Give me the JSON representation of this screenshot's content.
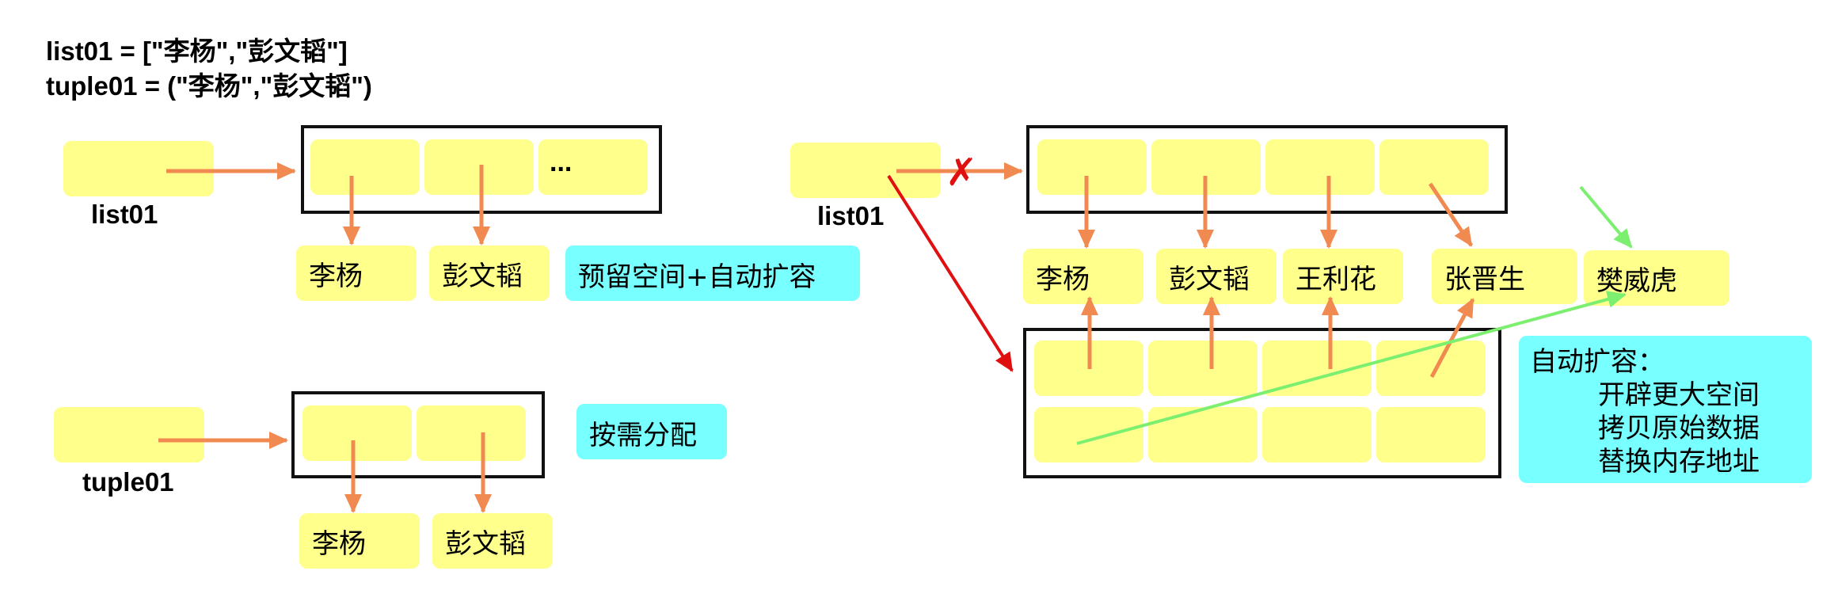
{
  "code": {
    "line1": "list01 = [\"李杨\",\"彭文韬\"]",
    "line2": "tuple01 = (\"李杨\",\"彭文韬\")"
  },
  "left_list": {
    "var_label": "list01",
    "ellipsis": "...",
    "items": [
      "李杨",
      "彭文韬"
    ],
    "note": "预留空间+自动扩容"
  },
  "left_tuple": {
    "var_label": "tuple01",
    "items": [
      "李杨",
      "彭文韬"
    ],
    "note": "按需分配"
  },
  "right_list": {
    "var_label": "list01",
    "broken_mark": "✗",
    "items": [
      "李杨",
      "彭文韬",
      "王利花",
      "张晋生",
      "樊威虎"
    ],
    "note_title": "自动扩容：",
    "note_lines": [
      "开辟更大空间",
      "拷贝原始数据",
      "替换内存地址"
    ]
  },
  "colors": {
    "cell": "#ffff8c",
    "note": "#78ffff",
    "arrow_orange": "#f08a50",
    "arrow_red": "#e01010",
    "arrow_green": "#7cef70",
    "frame": "#111111"
  }
}
